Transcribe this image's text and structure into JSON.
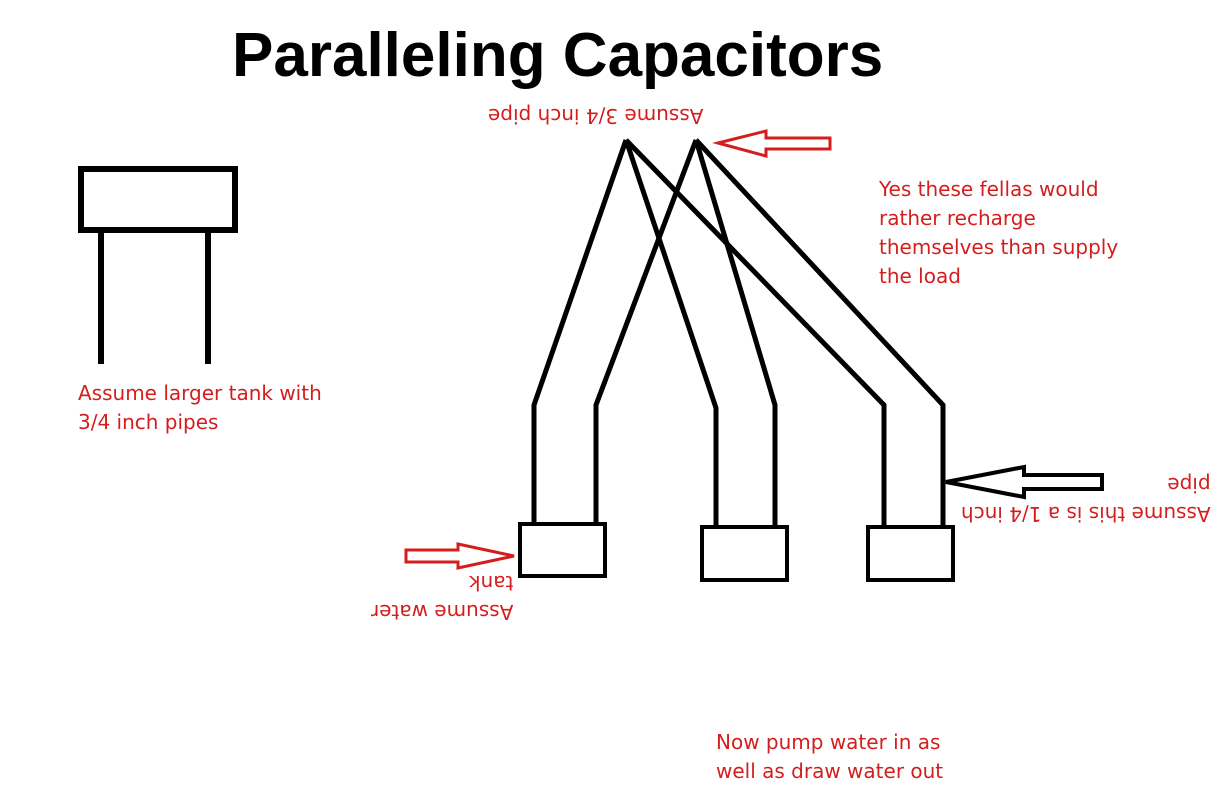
{
  "title": "Paralleling Capacitors",
  "colors": {
    "ink": "#000000",
    "annotation": "#d41e1e"
  },
  "notes": {
    "pipe_3_4": "Assume 3/4 inch pipe",
    "recharge": [
      "Yes these fellas would",
      "rather recharge",
      "themselves than supply",
      "the load"
    ],
    "larger_tank": [
      "Assume larger tank with",
      "3/4 inch pipes"
    ],
    "pipe_1_4": [
      "Assume this is a 1/4 inch",
      "pipe"
    ],
    "water_tank": [
      "Assume water",
      "tank"
    ],
    "pump": [
      "Now pump water in as",
      "well as draw water out"
    ]
  },
  "arrows": [
    {
      "name": "arrow-to-top-junction",
      "color": "red",
      "direction": "left"
    },
    {
      "name": "arrow-to-quarter-inch-pipe",
      "color": "black",
      "direction": "left"
    },
    {
      "name": "arrow-to-water-tank",
      "color": "red",
      "direction": "right"
    }
  ]
}
